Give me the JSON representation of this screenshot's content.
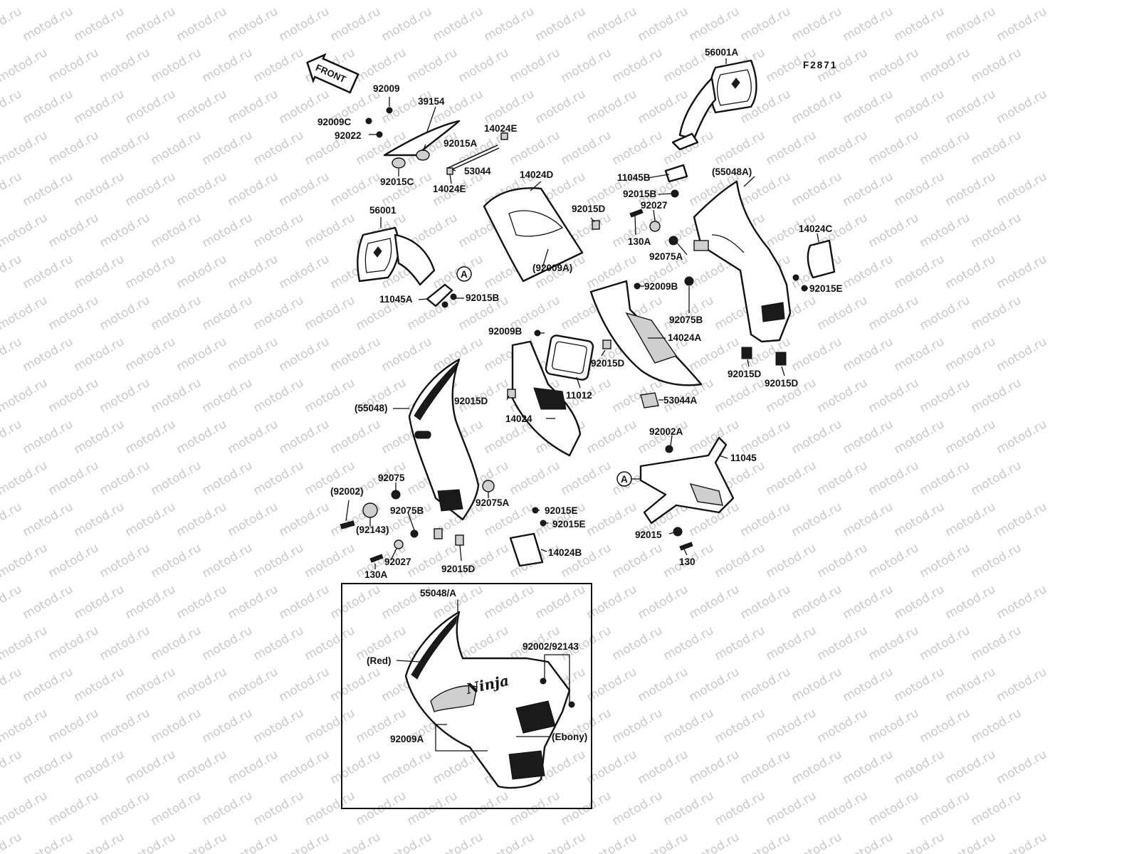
{
  "diagram": {
    "code": "F2871",
    "front_label": "FRONT",
    "watermark": "motod.ru",
    "inset_note_red": "(Red)",
    "inset_note_ebony": "(Ebony)",
    "logo_text": "Ninja",
    "callouts": [
      {
        "id": "c1",
        "text": "92009"
      },
      {
        "id": "c2",
        "text": "39154"
      },
      {
        "id": "c3",
        "text": "92009C"
      },
      {
        "id": "c4",
        "text": "92022"
      },
      {
        "id": "c5",
        "text": "92015A"
      },
      {
        "id": "c6",
        "text": "14024E"
      },
      {
        "id": "c7",
        "text": "92015C"
      },
      {
        "id": "c8",
        "text": "53044"
      },
      {
        "id": "c9",
        "text": "14024E"
      },
      {
        "id": "c10",
        "text": "14024D"
      },
      {
        "id": "c11",
        "text": "56001A"
      },
      {
        "id": "c12",
        "text": "11045B"
      },
      {
        "id": "c13",
        "text": "(55048A)"
      },
      {
        "id": "c14",
        "text": "92015B"
      },
      {
        "id": "c15",
        "text": "92027"
      },
      {
        "id": "c16",
        "text": "92015D"
      },
      {
        "id": "c17",
        "text": "56001"
      },
      {
        "id": "c18",
        "text": "130A"
      },
      {
        "id": "c19",
        "text": "14024C"
      },
      {
        "id": "c20",
        "text": "92075A"
      },
      {
        "id": "c21",
        "text": "(92009A)"
      },
      {
        "id": "c22",
        "text": "11045A"
      },
      {
        "id": "c23",
        "text": "92015B"
      },
      {
        "id": "c24",
        "text": "92009B"
      },
      {
        "id": "c25",
        "text": "92015E"
      },
      {
        "id": "c26",
        "text": "92075B"
      },
      {
        "id": "c27",
        "text": "92009B"
      },
      {
        "id": "c28",
        "text": "14024A"
      },
      {
        "id": "c29",
        "text": "92015D"
      },
      {
        "id": "c30",
        "text": "92015D"
      },
      {
        "id": "c31",
        "text": "92015D"
      },
      {
        "id": "c32",
        "text": "11012"
      },
      {
        "id": "c33",
        "text": "92015D"
      },
      {
        "id": "c34",
        "text": "53044A"
      },
      {
        "id": "c35",
        "text": "(55048)"
      },
      {
        "id": "c36",
        "text": "14024"
      },
      {
        "id": "c37",
        "text": "92002A"
      },
      {
        "id": "c38",
        "text": "11045"
      },
      {
        "id": "c39",
        "text": "92075"
      },
      {
        "id": "c40",
        "text": "(92002)"
      },
      {
        "id": "c41",
        "text": "92075A"
      },
      {
        "id": "c42",
        "text": "92015E"
      },
      {
        "id": "c43",
        "text": "92075B"
      },
      {
        "id": "c44",
        "text": "92015E"
      },
      {
        "id": "c45",
        "text": "(92143)"
      },
      {
        "id": "c46",
        "text": "92015"
      },
      {
        "id": "c47",
        "text": "92027"
      },
      {
        "id": "c48",
        "text": "92015D"
      },
      {
        "id": "c49",
        "text": "14024B"
      },
      {
        "id": "c50",
        "text": "130"
      },
      {
        "id": "c51",
        "text": "130A"
      },
      {
        "id": "c52",
        "text": "55048/A"
      },
      {
        "id": "c53",
        "text": "92002/92143"
      },
      {
        "id": "c54",
        "text": "92009A"
      }
    ],
    "reference_marks": [
      {
        "id": "r1",
        "text": "A"
      },
      {
        "id": "r2",
        "text": "A"
      }
    ]
  }
}
